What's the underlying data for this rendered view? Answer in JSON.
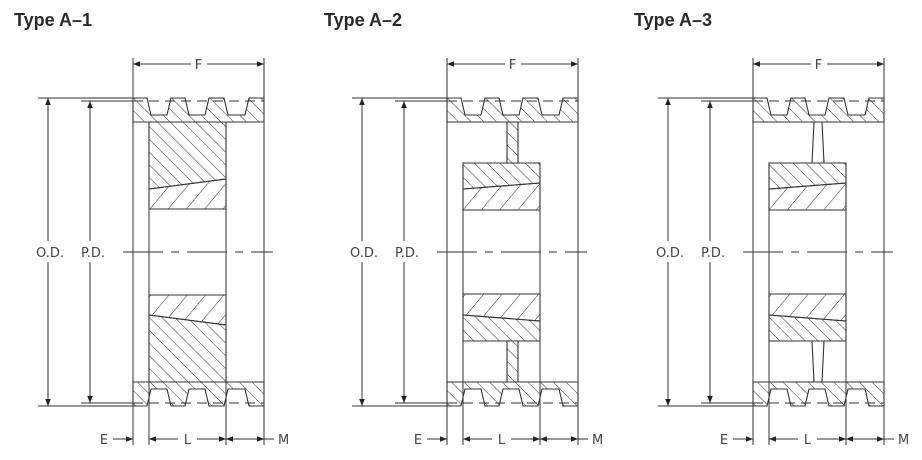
{
  "diagrams": [
    {
      "title": "Type A–1",
      "variant": "solid",
      "labels": {
        "F": "F",
        "OD": "O.D.",
        "PD": "P.D.",
        "E": "E",
        "L": "L",
        "M": "M"
      }
    },
    {
      "title": "Type A–2",
      "variant": "web",
      "labels": {
        "F": "F",
        "OD": "O.D.",
        "PD": "P.D.",
        "E": "E",
        "L": "L",
        "M": "M"
      }
    },
    {
      "title": "Type A–3",
      "variant": "tapered-web",
      "labels": {
        "F": "F",
        "OD": "O.D.",
        "PD": "P.D.",
        "E": "E",
        "L": "L",
        "M": "M"
      }
    }
  ],
  "colors": {
    "line": "#333333",
    "text": "#444444"
  }
}
